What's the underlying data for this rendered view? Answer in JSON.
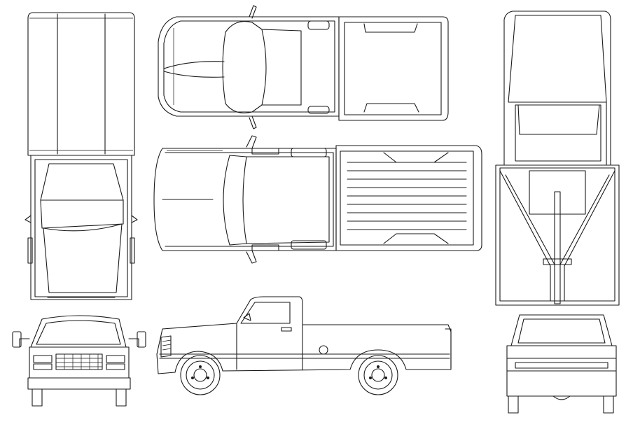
{
  "drawing": {
    "kind": "pickup-truck-blueprint",
    "line_color": "#1a1a1a",
    "background": "#ffffff",
    "views": [
      {
        "id": "top-with-cap",
        "icon": "truck-top-view-cap"
      },
      {
        "id": "top-cutaway",
        "icon": "truck-top-view-cutaway"
      },
      {
        "id": "top-plan",
        "icon": "truck-top-view-plan"
      },
      {
        "id": "side",
        "icon": "truck-side-view"
      },
      {
        "id": "front",
        "icon": "truck-front-view"
      },
      {
        "id": "rear",
        "icon": "truck-rear-view"
      },
      {
        "id": "underside",
        "icon": "truck-underside-view"
      }
    ]
  }
}
